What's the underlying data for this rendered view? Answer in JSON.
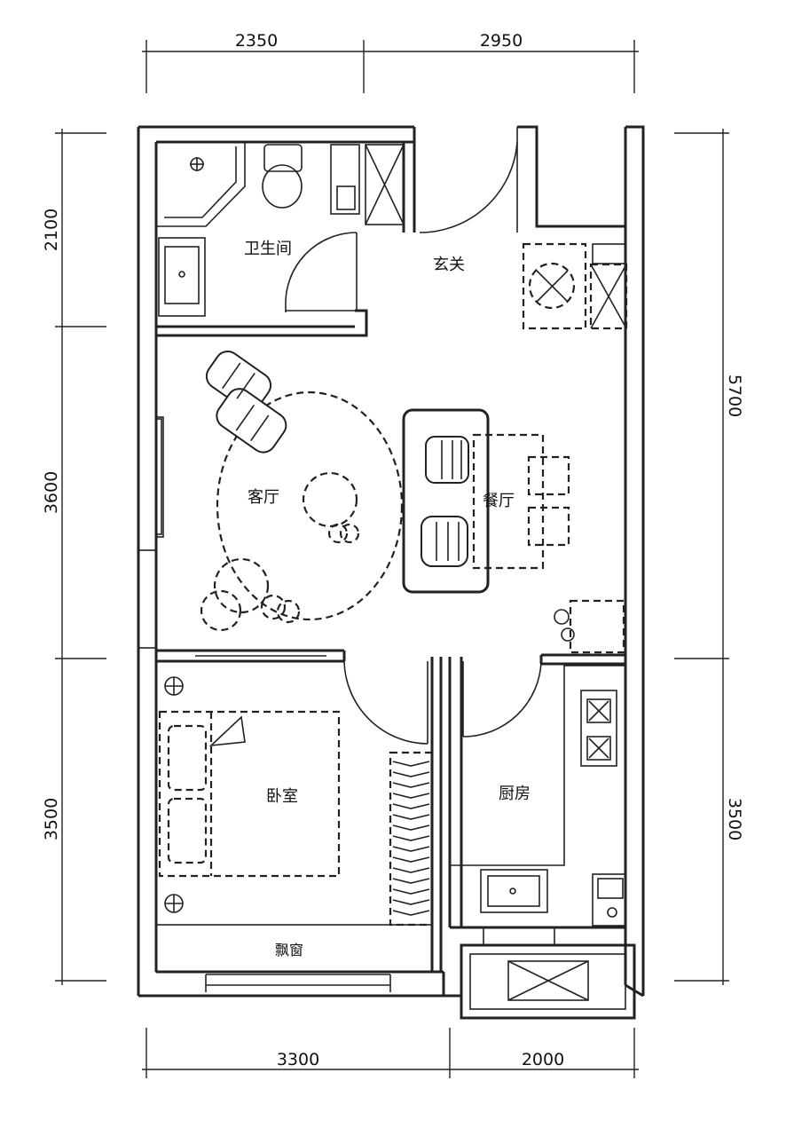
{
  "dimensions": {
    "top": [
      "2350",
      "2950"
    ],
    "bottom": [
      "3300",
      "2000"
    ],
    "left": [
      "2100",
      "3600",
      "3500"
    ],
    "right": [
      "5700",
      "3500"
    ]
  },
  "rooms": {
    "bathroom": "卫生间",
    "entrance": "玄关",
    "living_room": "客厅",
    "dining_room": "餐厅",
    "bedroom": "卧室",
    "kitchen": "厨房",
    "bay_window": "飘窗"
  }
}
